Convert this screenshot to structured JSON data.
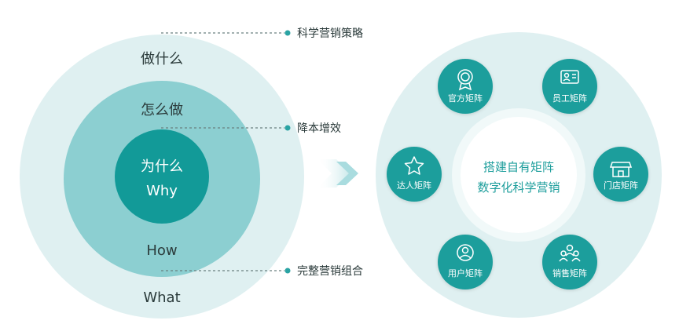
{
  "left": {
    "outer_cn": "做什么",
    "outer_en": "What",
    "middle_cn": "怎么做",
    "middle_en": "How",
    "inner_cn": "为什么",
    "inner_en": "Why",
    "callouts": [
      "科学营销策略",
      "降本增效",
      "完整营销组合"
    ]
  },
  "right": {
    "center_line1": "搭建自有矩阵",
    "center_line2": "数字化科学营销",
    "nodes": [
      {
        "label": "官方矩阵",
        "icon": "badge-icon"
      },
      {
        "label": "员工矩阵",
        "icon": "id-card-icon"
      },
      {
        "label": "门店矩阵",
        "icon": "store-icon"
      },
      {
        "label": "销售矩阵",
        "icon": "team-icon"
      },
      {
        "label": "用户矩阵",
        "icon": "user-icon"
      },
      {
        "label": "达人矩阵",
        "icon": "star-icon"
      }
    ]
  },
  "colors": {
    "outer": "#dff0f1",
    "middle": "#8ccfd1",
    "inner": "#129a98",
    "node": "#1e9e9c",
    "text_dark": "#2b3b3b",
    "dot": "#2aa3a3",
    "dash": "#6a8080"
  }
}
